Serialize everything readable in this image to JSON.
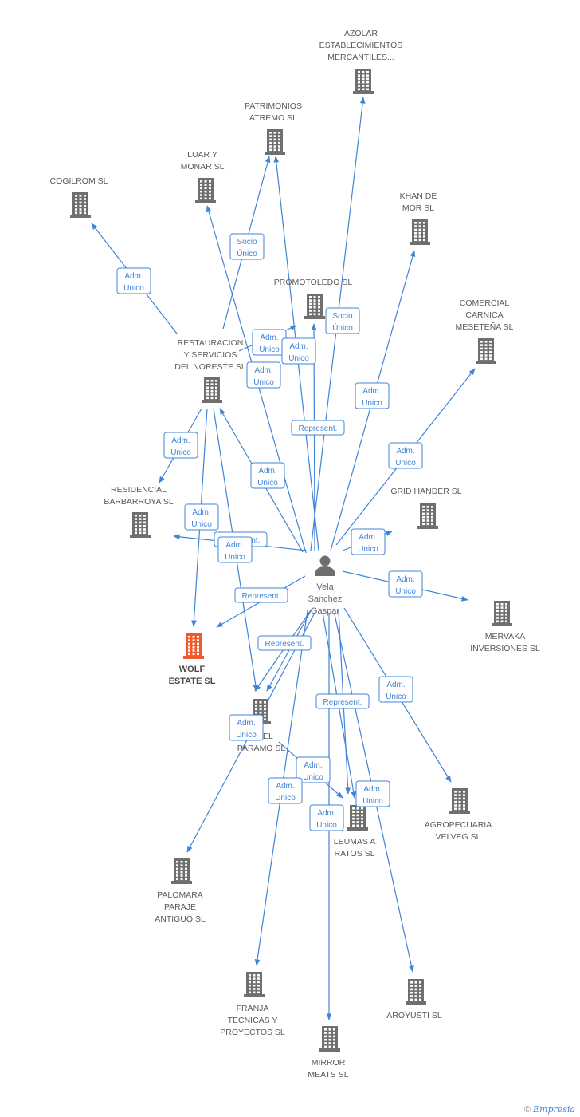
{
  "center": {
    "name": "person-vela-sanchez-gaspar",
    "lines": [
      "Vela",
      "Sanchez",
      "Gaspar"
    ]
  },
  "companies": [
    {
      "id": "azolar",
      "lines": [
        "AZOLAR",
        "ESTABLECIMIENTOS",
        "MERCANTILES..."
      ]
    },
    {
      "id": "patrimonios-atremo",
      "lines": [
        "PATRIMONIOS",
        "ATREMO SL"
      ]
    },
    {
      "id": "luar-y-monar",
      "lines": [
        "LUAR Y",
        "MONAR  SL"
      ]
    },
    {
      "id": "cogilrom",
      "lines": [
        "COGILROM SL"
      ]
    },
    {
      "id": "khan-de-mor",
      "lines": [
        "KHAN DE",
        "MOR SL"
      ]
    },
    {
      "id": "promotoledo",
      "lines": [
        "PROMOTOLEDO SL"
      ]
    },
    {
      "id": "comercial-carnica",
      "lines": [
        "COMERCIAL",
        "CARNICA",
        "MESETEÑA SL"
      ]
    },
    {
      "id": "restauracion",
      "lines": [
        "RESTAURACION",
        "Y SERVICIOS",
        "DEL NORESTE SL"
      ]
    },
    {
      "id": "grid-hander",
      "lines": [
        "GRID HANDER SL"
      ]
    },
    {
      "id": "residencial-barbarroya",
      "lines": [
        "RESIDENCIAL",
        "BARBARROYA SL"
      ]
    },
    {
      "id": "mervaka",
      "lines": [
        "MERVAKA",
        "INVERSIONES SL"
      ]
    },
    {
      "id": "wolf-estate",
      "lines": [
        "WOLF",
        "ESTATE SL"
      ],
      "focus": true
    },
    {
      "id": "paramo",
      "lines": [
        "A DEL",
        "PARAMO SL"
      ]
    },
    {
      "id": "agropecuaria-velveg",
      "lines": [
        "AGROPECUARIA",
        "VELVEG SL"
      ]
    },
    {
      "id": "leumas-a-ratos",
      "lines": [
        "LEUMAS A",
        "RATOS  SL"
      ]
    },
    {
      "id": "palomara",
      "lines": [
        "PALOMARA",
        "PARAJE",
        "ANTIGUO  SL"
      ]
    },
    {
      "id": "franja-tecnicas",
      "lines": [
        "FRANJA",
        "TECNICAS Y",
        "PROYECTOS SL"
      ]
    },
    {
      "id": "aroyusti",
      "lines": [
        "AROYUSTI SL"
      ]
    },
    {
      "id": "mirror-meats",
      "lines": [
        "MIRROR",
        "MEATS SL"
      ]
    }
  ],
  "relations": [
    {
      "id": "r1",
      "lines": [
        "Adm.",
        "Unico"
      ]
    },
    {
      "id": "r2",
      "lines": [
        "Socio",
        "Único"
      ]
    },
    {
      "id": "r3",
      "lines": [
        "Adm.",
        "Unico"
      ]
    },
    {
      "id": "r4",
      "lines": [
        "Adm.",
        "Unico"
      ]
    },
    {
      "id": "r5",
      "lines": [
        "Socio",
        "Único"
      ]
    },
    {
      "id": "r6",
      "lines": [
        "Adm.",
        "Unico"
      ]
    },
    {
      "id": "r7",
      "lines": [
        "Adm.",
        "Unico"
      ]
    },
    {
      "id": "r8",
      "lines": [
        "Represent."
      ]
    },
    {
      "id": "r9",
      "lines": [
        "Adm.",
        "Unico"
      ]
    },
    {
      "id": "r10",
      "lines": [
        "Adm.",
        "Unico"
      ]
    },
    {
      "id": "r11",
      "lines": [
        "Adm.",
        "Unico"
      ]
    },
    {
      "id": "r12",
      "lines": [
        "Adm.",
        "Unico"
      ]
    },
    {
      "id": "r13",
      "lines": [
        "Represent."
      ]
    },
    {
      "id": "r14",
      "lines": [
        "Adm.",
        "Unico"
      ]
    },
    {
      "id": "r15",
      "lines": [
        "Adm.",
        "Unico"
      ]
    },
    {
      "id": "r16",
      "lines": [
        "Adm.",
        "Unico"
      ]
    },
    {
      "id": "r17",
      "lines": [
        "Represent."
      ]
    },
    {
      "id": "r18",
      "lines": [
        "Represent."
      ]
    },
    {
      "id": "r19",
      "lines": [
        "Represent."
      ]
    },
    {
      "id": "r20",
      "lines": [
        "Adm.",
        "Unico"
      ]
    },
    {
      "id": "r21",
      "lines": [
        "Adm.",
        "Unico"
      ]
    },
    {
      "id": "r22",
      "lines": [
        "Adm.",
        "Unico"
      ]
    },
    {
      "id": "r23",
      "lines": [
        "Adm.",
        "Unico"
      ]
    },
    {
      "id": "r24",
      "lines": [
        "Adm.",
        "Unico"
      ]
    },
    {
      "id": "r25",
      "lines": [
        "Adm.",
        "Unico"
      ]
    },
    {
      "id": "r26",
      "lines": [
        "Adm.",
        "Unico"
      ]
    }
  ],
  "footer": {
    "copyright": "©",
    "brand": "Empresia"
  },
  "colors": {
    "edge": "#3f84d8",
    "building": "#6f6f6f",
    "focus": "#f05a2c"
  }
}
